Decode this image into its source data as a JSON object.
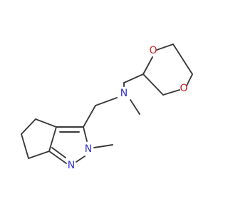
{
  "diagram": {
    "colors": {
      "bond": "#3a3a3a",
      "nitrogen": "#3333cc",
      "oxygen": "#cc2222"
    },
    "atoms": {
      "ring_oxygen_top": "O",
      "ring_oxygen_bottom": "O",
      "amine_nitrogen": "N",
      "pyrazole_nitrogen_methyl": "N",
      "pyrazole_nitrogen_imine": "N"
    }
  }
}
